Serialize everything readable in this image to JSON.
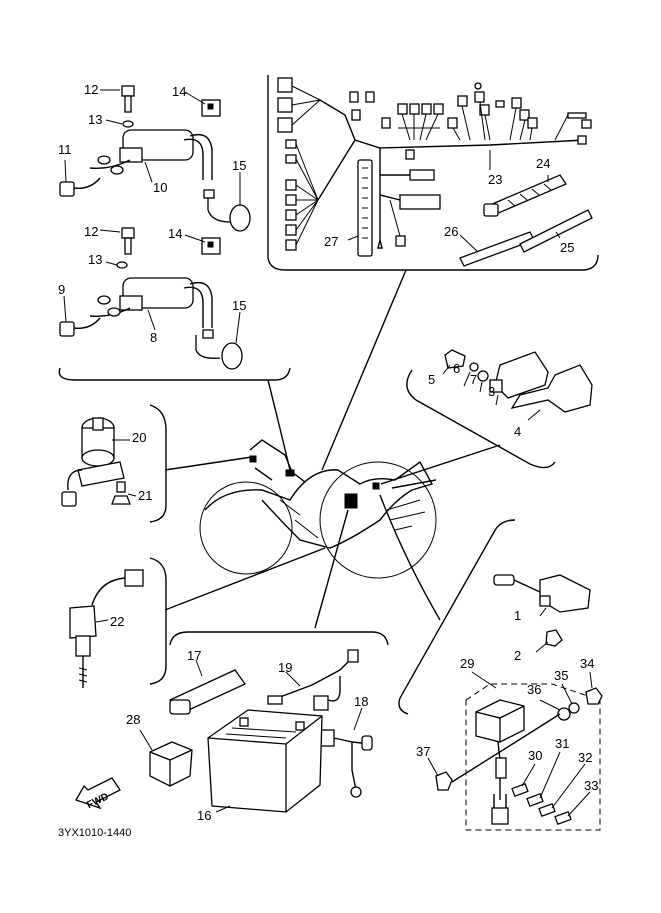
{
  "callouts": {
    "c1": "1",
    "c2": "2",
    "c3": "3",
    "c4": "4",
    "c5": "5",
    "c6": "6",
    "c7": "7",
    "c8": "8",
    "c9": "9",
    "c10": "10",
    "c11": "11",
    "c12a": "12",
    "c12b": "12",
    "c13a": "13",
    "c13b": "13",
    "c14a": "14",
    "c14b": "14",
    "c15a": "15",
    "c15b": "15",
    "c16": "16",
    "c17": "17",
    "c18": "18",
    "c19": "19",
    "c20": "20",
    "c21": "21",
    "c22": "22",
    "c23": "23",
    "c24": "24",
    "c25": "25",
    "c26": "26",
    "c27": "27",
    "c28": "28",
    "c29": "29",
    "c30": "30",
    "c31": "31",
    "c32": "32",
    "c33": "33",
    "c34": "34",
    "c35": "35",
    "c36": "36",
    "c37": "37"
  },
  "forward_arrow_label": "FWD",
  "diagram_code": "3YX1010-1440"
}
